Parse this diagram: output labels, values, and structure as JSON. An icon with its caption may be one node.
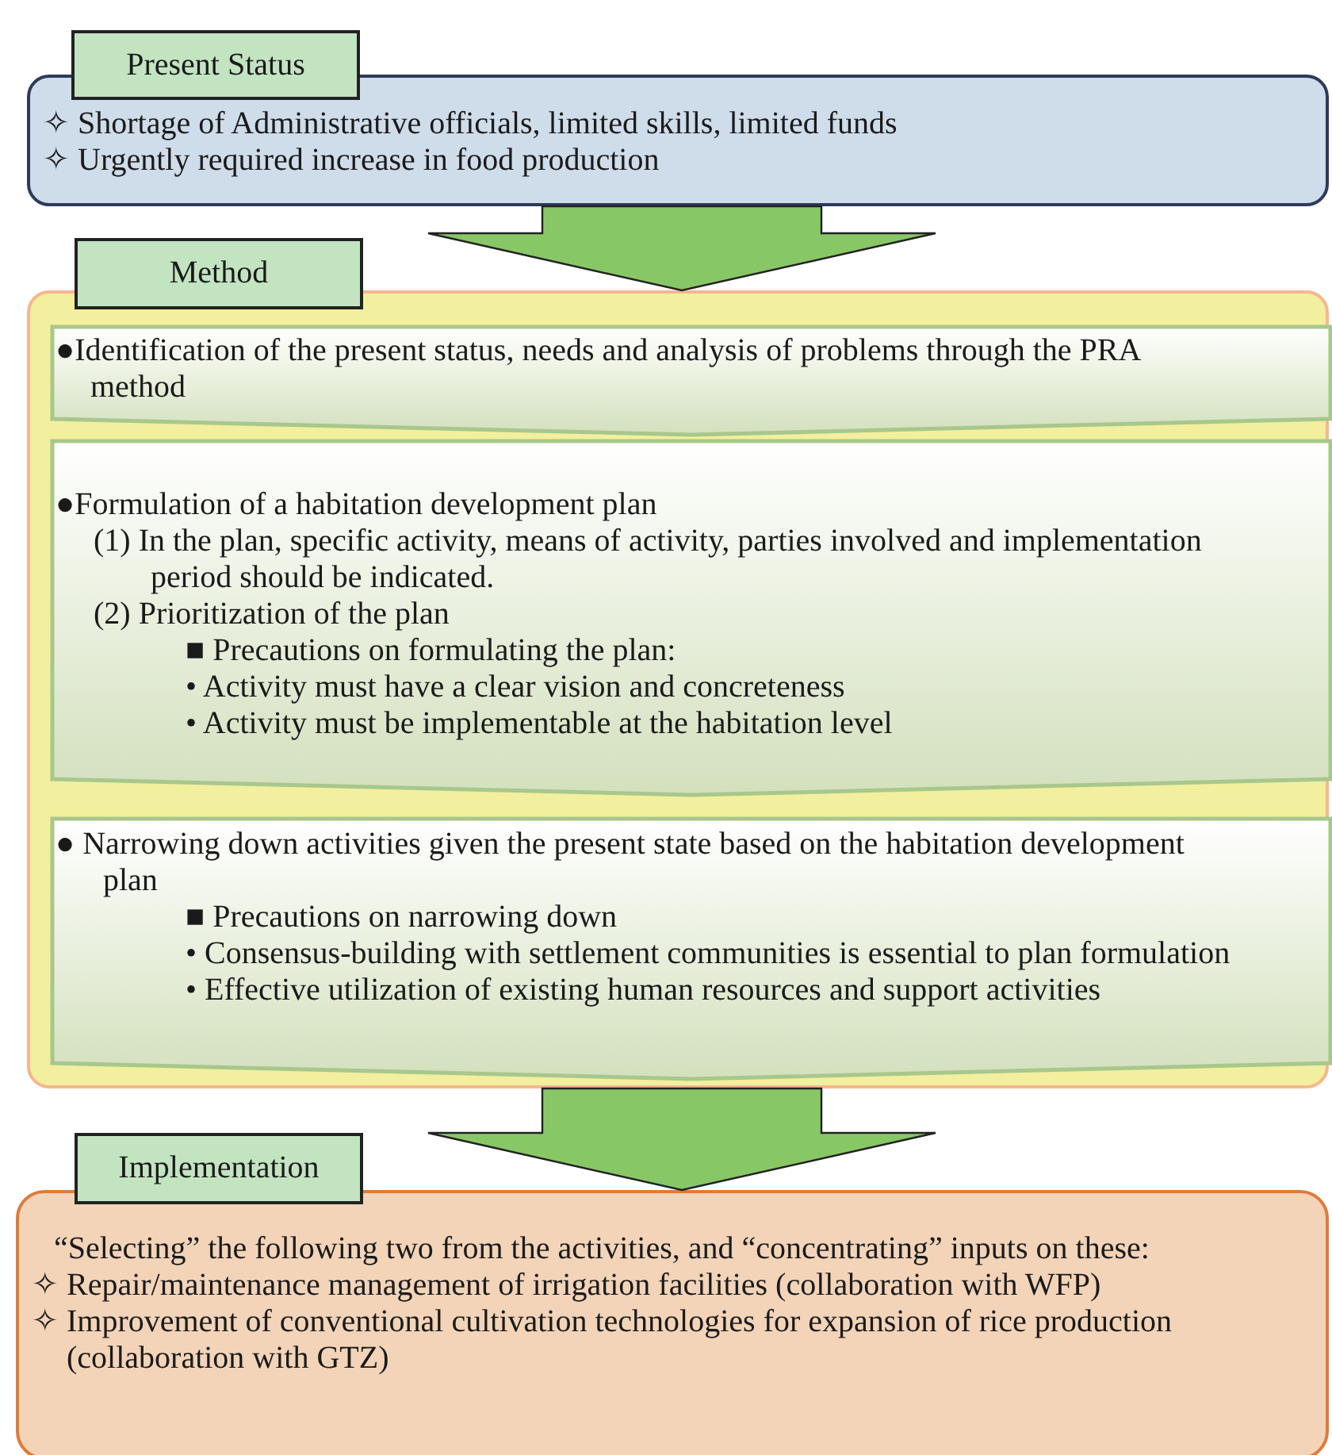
{
  "diagram": {
    "nodes": [
      {
        "text": [
          "Present Status",
          "✧ Shortage of Administrative officials, limited skills, limited funds",
          "✧ Urgently required increase in food production"
        ]
      },
      {
        "text": [
          "Method"
        ]
      },
      {
        "text": [
          "●Identification of the present status, needs and analysis of problems through the PRA method"
        ],
        "in": 1
      },
      {
        "text": [
          "●Formulation of a habitation development plan",
          "(1) In the plan, specific activity, means of activity, parties involved and implementation period should be indicated.",
          "(2) Prioritization of the plan",
          "■ Precautions on formulating the plan:",
          "• Activity must have a clear vision and concreteness",
          "• Activity must be implementable at the habitation level"
        ],
        "in": 1
      },
      {
        "text": [
          "● Narrowing down activities given the present state based on the habitation development plan",
          "■ Precautions on narrowing down",
          "• Consensus-building with settlement communities is essential to plan formulation",
          "• Effective utilization of existing human resources and support activities"
        ],
        "in": 1
      },
      {
        "text": [
          "Implementation",
          "“Selecting” the following two from the activities, and “concentrating” inputs on these:",
          "✧ Repair/maintenance management of irrigation facilities (collaboration with WFP)",
          "✧ Improvement of conventional cultivation technologies for expansion of rice production (collaboration with GTZ)"
        ]
      }
    ],
    "edges": [
      {
        "from": 0,
        "to": 1,
        "arrow": "to"
      },
      {
        "from": 1,
        "to": 5,
        "arrow": "to"
      }
    ]
  }
}
